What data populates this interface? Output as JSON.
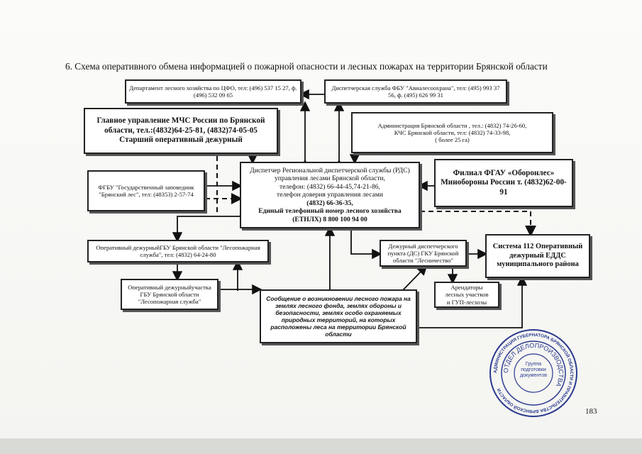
{
  "heading": "6. Схема оперативного обмена информацией о пожарной опасности и лесных пожарах на территории Брянской области",
  "boxes": {
    "cfo": "Департамент лесного хозяйства по ЦФО, тел: (496) 537 15 27, ф. (496) 532 09 65",
    "avialeso": "Диспетчерская служба ФБУ \"Авиалесоохрана\", тел: (495) 993 37 56, ф. (495) 626 99 31",
    "mchs": "Главное управление МЧС России по Брянской области, тел.:(4832)64-25-81, (4832)74-05-05 Старший оперативный дежурный",
    "admin_line1": "Администрация Брянской области , тел.: (4832) 74-26-60,",
    "admin_line2": "КЧС Брянской области, тел: (4832) 74-33-98,",
    "admin_line3": "( более 25 га)",
    "zapovednik": "ФГБУ \"Государственный заповедник \"Брянский лес\", тел: (48353) 2-57-74",
    "rds_line1": "Диспетчер Региональной диспетчерской службы (РДС) управления лесами Брянской области,",
    "rds_line2": "телефон: (4832) 66-44-45,74-21-86,",
    "rds_line3": "телефон доверия управления лесами",
    "rds_line4": "(4832) 66-36-35,",
    "rds_line5": "Единый телефонный номер лесного хозяйства",
    "rds_line6": "(ЕТНЛХ)    8 800 100 94 00",
    "oboronles": "Филиал ФГАУ «Оборонлес» Минобороны России т. (4832)62-00-91",
    "lesopozhar": "Оперативный дежурныйГБУ Брянской области \"Лесопожарная служба\", тел: (4832) 64-24-80",
    "lesnichestvo": "Дежурный диспетчерского пункта (ДС) ГКУ Брянской области \"Лесничество\"",
    "system112": "Система 112 Оперативный дежурный ЕДДС муниципального района",
    "uchastok": "Оперативный дежурныйучастка ГБУ Брянской области \"Лесопожарная служба\"",
    "soobshenie": "Сообщение о возникновении лесного пожара на землях лесного фонда, землях обороны и безопасности, землях особо охраняемых природных территорий, на которых расположены леса на территории Брянской области",
    "arendatory_line1": "Арендаторы",
    "arendatory_line2": "лесных участков",
    "arendatory_line3": "и ГУП-лесхозы"
  },
  "stamp": {
    "ring_text": "АДМИНИСТРАЦИЯ ГУБЕРНАТОРА БРЯНСКОЙ ОБЛАСТИ И ПРАВИТЕЛЬСТВА БРЯНСКОЙ ОБЛАСТИ",
    "inner_ring": "ОТДЕЛ ДЕЛОПРОИЗВОДСТВА",
    "center": "Группа подготовки документов"
  },
  "page_number": "183",
  "colors": {
    "line": "#111111",
    "box_border": "#222222",
    "shadow": "#555555",
    "stamp": "#2b3a8f"
  }
}
